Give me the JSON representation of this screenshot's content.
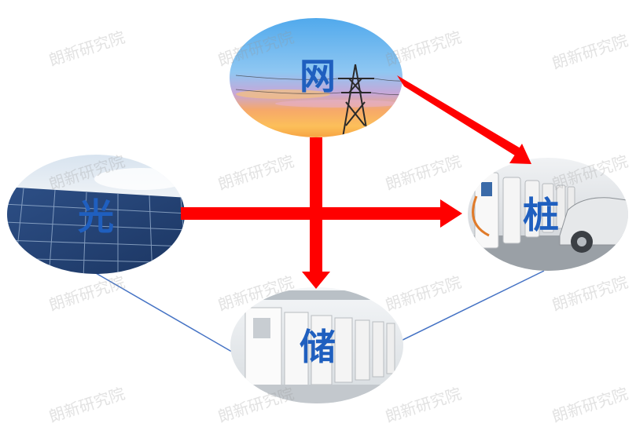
{
  "nodes": {
    "grid": {
      "label": "网"
    },
    "solar": {
      "label": "光"
    },
    "charger": {
      "label": "桩"
    },
    "storage": {
      "label": "储"
    }
  },
  "watermark": "朗新研究院",
  "colors": {
    "arrow": "#ff0000",
    "connector": "#4472c4",
    "label": "#1f5fbf"
  }
}
